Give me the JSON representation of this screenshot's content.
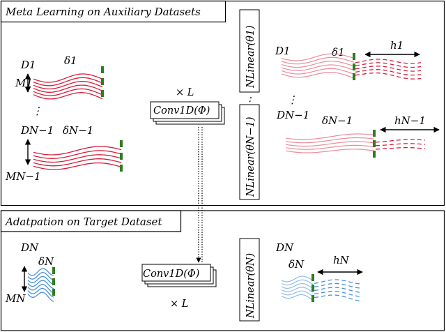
{
  "panels": {
    "meta_title": "Meta Learning on Auxiliary Datasets",
    "adapt_title": "Adatpation on Target Dataset"
  },
  "modules": {
    "conv_top": "Conv1D(Φ)",
    "conv_top_repeat": "× L",
    "conv_bottom": "Conv1D(Φ)",
    "conv_bottom_repeat": "× L",
    "nlinear_1": "NLinear(θ1)",
    "nlinear_n1": "NLinear(θN−1)",
    "nlinear_n": "NLinear(θN)"
  },
  "labels": {
    "D1": "D1",
    "M1": "M1",
    "delta1": "δ1",
    "DN1": "DN−1",
    "MN1": "MN−1",
    "deltaN1": "δN−1",
    "DN": "DN",
    "MN": "MN",
    "deltaN": "δN",
    "h1": "h1",
    "hN1": "hN−1",
    "hN": "hN",
    "dots": "⋮"
  },
  "colors": {
    "meta_series": "#d81b3a",
    "meta_series_light": "#ec8a9a",
    "target_series": "#4a90d9",
    "target_series_light": "#8fbde8",
    "marker": "#2e7d1f"
  }
}
